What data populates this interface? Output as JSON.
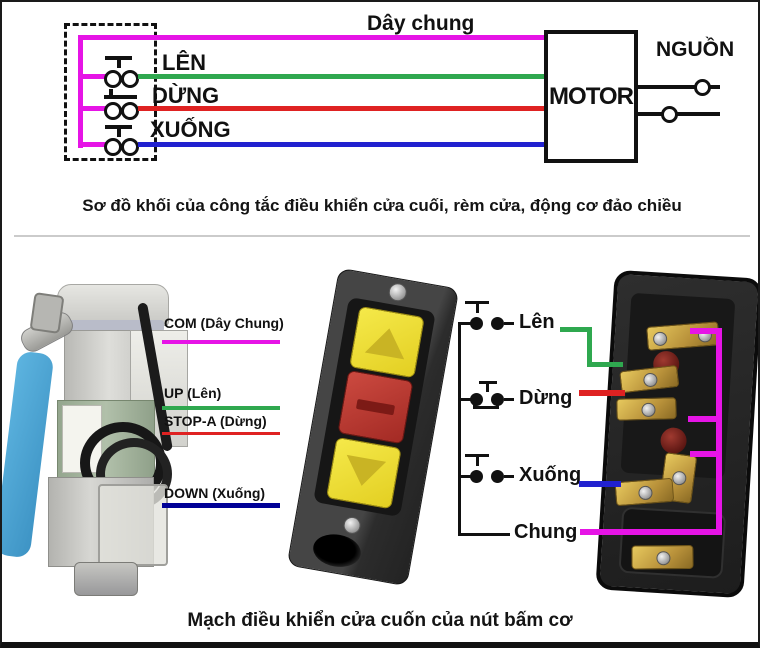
{
  "top": {
    "common_wire_label": "Dây chung",
    "motor": "MOTOR",
    "source": "NGUỒN",
    "btn_up": "LÊN",
    "btn_stop": "DỪNG",
    "btn_down": "XUỐNG",
    "caption": "Sơ đồ khối của công tắc điều khiển cửa cuối, rèm cửa, động cơ đảo chiều"
  },
  "bottom": {
    "labels": {
      "com": "COM (Dây Chung)",
      "up": "UP (Lên)",
      "stop": "STOP-A (Dừng)",
      "down": "DOWN (Xuống)"
    },
    "schematic": {
      "up": "Lên",
      "stop": "Dừng",
      "down": "Xuống",
      "common": "Chung"
    },
    "caption": "Mạch điều khiển cửa cuốn của nút bấm cơ"
  },
  "colors": {
    "common": "#e614e6",
    "up": "#2fa84f",
    "stop": "#df2222",
    "down": "#2121cf",
    "down_underline": "#000096",
    "line": "#111111"
  }
}
